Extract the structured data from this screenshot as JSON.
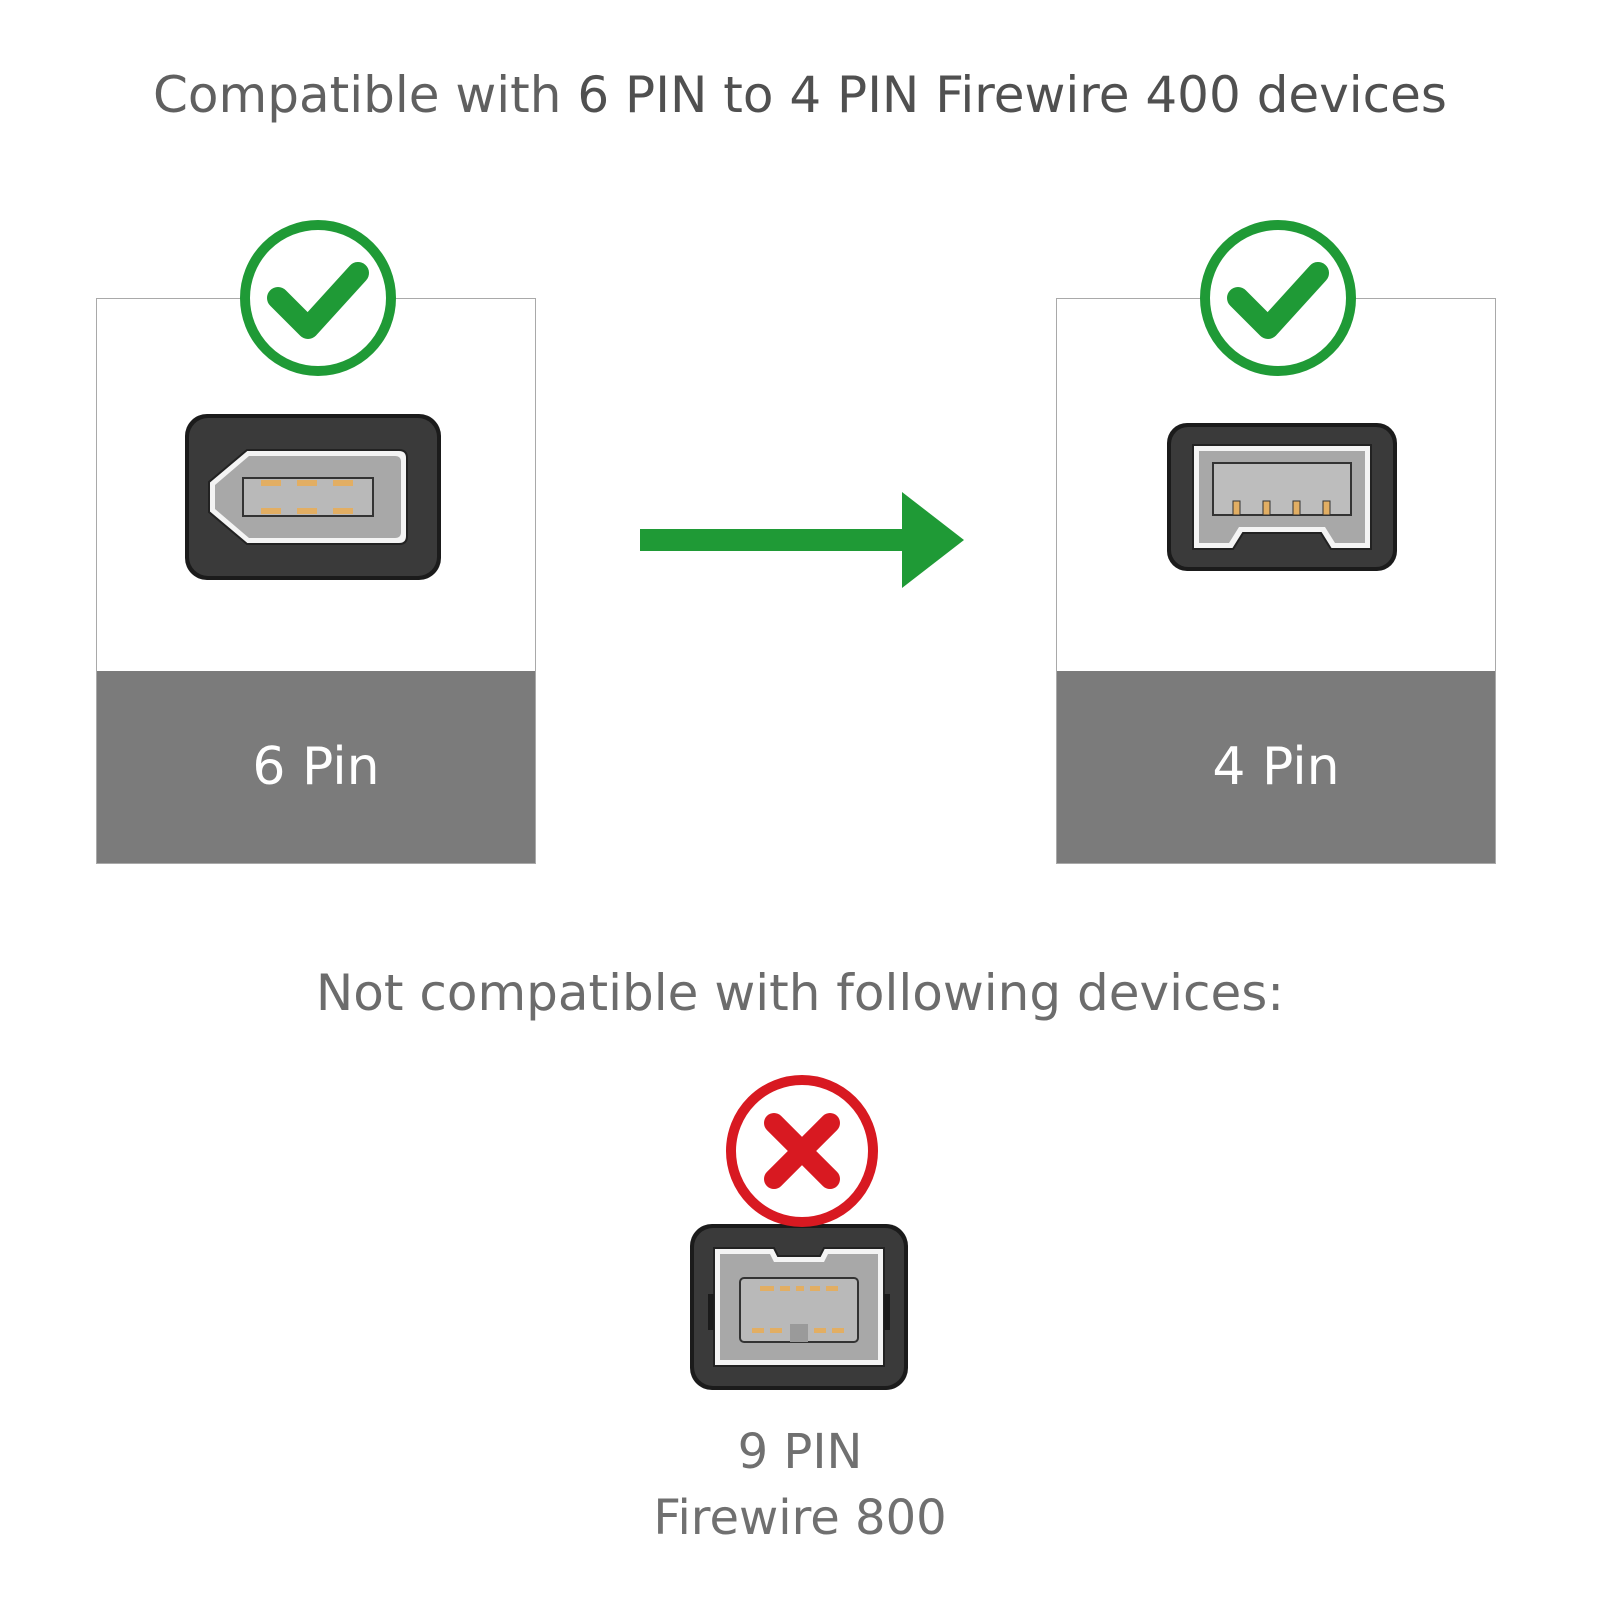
{
  "compatible_heading": {
    "prefix": "Compatible with ",
    "highlight": "6 PIN to 4 PIN Firewire 400 devices"
  },
  "cards": [
    {
      "label": "6 Pin",
      "status": "compatible",
      "icon": "check-circle-icon"
    },
    {
      "label": "4 Pin",
      "status": "compatible",
      "icon": "check-circle-icon"
    }
  ],
  "arrow_icon": "arrow-right-icon",
  "incompatible_heading": "Not compatible with following devices:",
  "incompatible_device": {
    "line1": "9 PIN",
    "line2": "Firewire 800",
    "icon": "x-circle-icon"
  },
  "colors": {
    "ok_green": "#1f9a36",
    "bad_red": "#d81921",
    "label_grey": "#7b7b7b",
    "text_grey": "#606060",
    "pin_gold": "#e2ae63"
  }
}
